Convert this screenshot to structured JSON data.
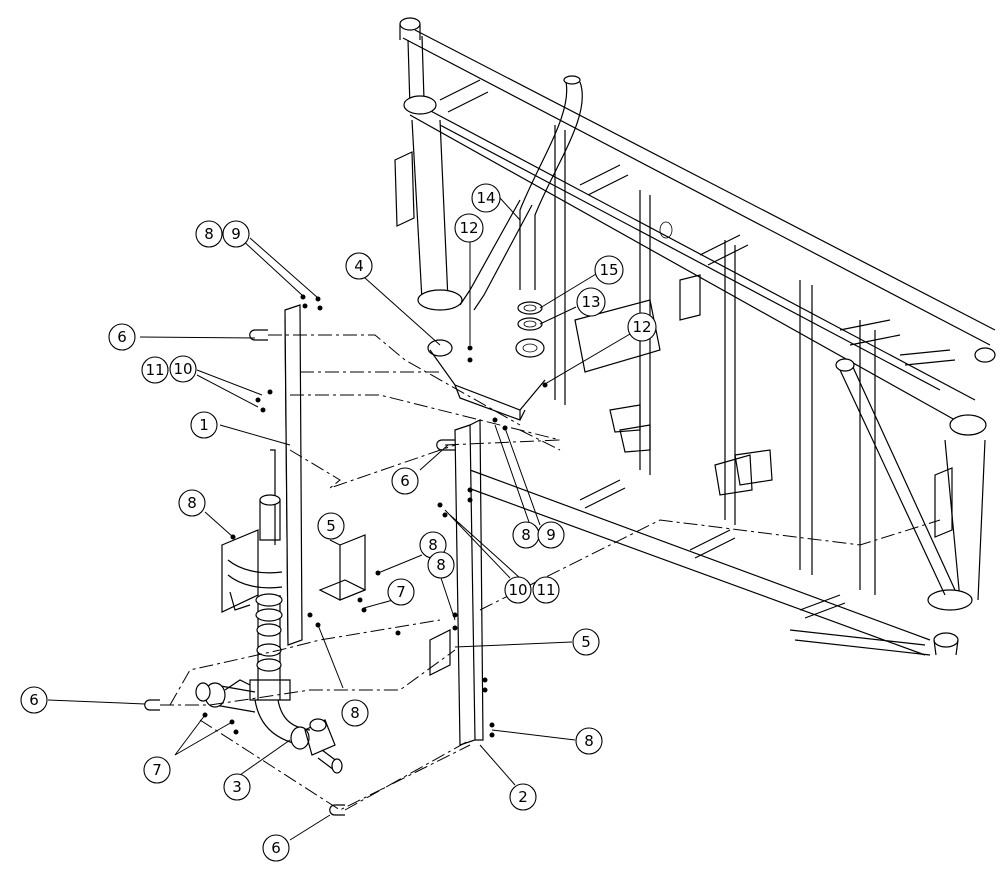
{
  "callouts": [
    {
      "label": "14"
    },
    {
      "label": "8"
    },
    {
      "label": "9"
    },
    {
      "label": "12"
    },
    {
      "label": "4"
    },
    {
      "label": "15"
    },
    {
      "label": "13"
    },
    {
      "label": "12"
    },
    {
      "label": "6"
    },
    {
      "label": "11"
    },
    {
      "label": "10"
    },
    {
      "label": "1"
    },
    {
      "label": "6"
    },
    {
      "label": "8"
    },
    {
      "label": "5"
    },
    {
      "label": "8"
    },
    {
      "label": "7"
    },
    {
      "label": "8"
    },
    {
      "label": "9"
    },
    {
      "label": "10"
    },
    {
      "label": "11"
    },
    {
      "label": "8"
    },
    {
      "label": "5"
    },
    {
      "label": "6"
    },
    {
      "label": "8"
    },
    {
      "label": "7"
    },
    {
      "label": "3"
    },
    {
      "label": "8"
    },
    {
      "label": "2"
    },
    {
      "label": "6"
    }
  ]
}
